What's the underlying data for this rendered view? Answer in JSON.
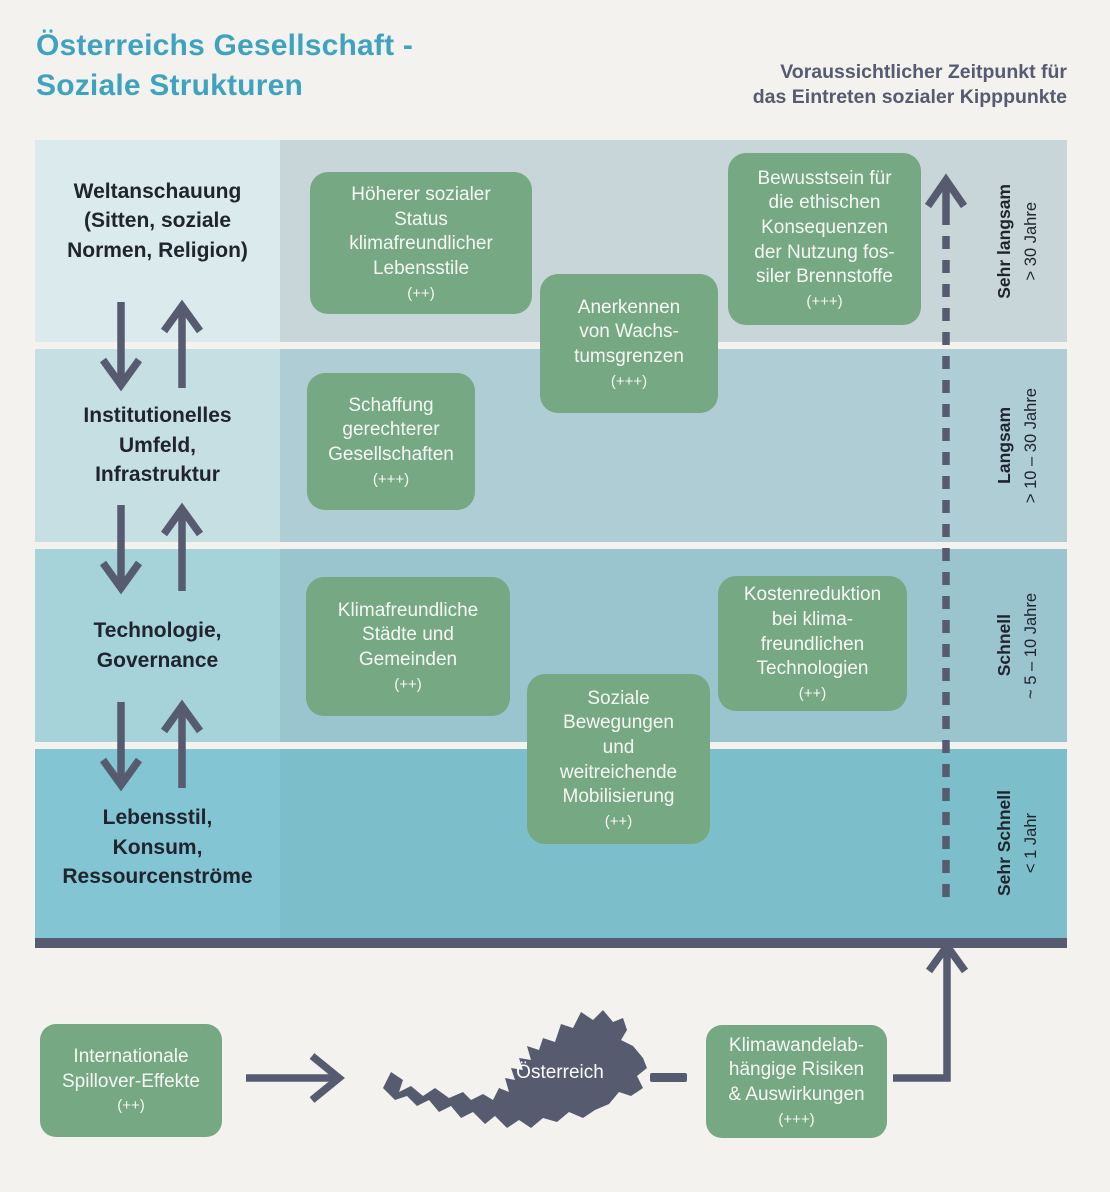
{
  "header": {
    "title": "Österreichs Gesellschaft -\nSoziale Strukturen",
    "subtitle": "Voraussichtlicher Zeitpunkt für\ndas Eintreten sozialer Kipppunkte"
  },
  "rows": [
    {
      "label": "Weltanschauung\n(Sitten, soziale\nNormen, Religion)",
      "speed": "Sehr langsam",
      "range": "> 30 Jahre"
    },
    {
      "label": "Institutionelles\nUmfeld,\nInfrastruktur",
      "speed": "Langsam",
      "range": "> 10 – 30 Jahre"
    },
    {
      "label": "Technologie,\nGovernance",
      "speed": "Schnell",
      "range": "~ 5 – 10 Jahre"
    },
    {
      "label": "Lebensstil,\nKonsum,\nRessourcenströme",
      "speed": "Sehr Schnell",
      "range": "< 1 Jahr"
    }
  ],
  "tipping_points": [
    {
      "text": "Höherer sozialer\nStatus\nklimafreundlicher\nLebensstile",
      "strength": "(++)"
    },
    {
      "text": "Anerkennen\nvon Wachs-\ntumsgrenzen",
      "strength": "(+++)"
    },
    {
      "text": "Bewusstsein für\ndie ethischen\nKonsequenzen\nder Nutzung fos-\nsiler Brennstoffe",
      "strength": "(+++)"
    },
    {
      "text": "Schaffung\ngerechterer\nGesellschaften",
      "strength": "(+++)"
    },
    {
      "text": "Klimafreundliche\nStädte und\nGemeinden",
      "strength": "(++)"
    },
    {
      "text": "Soziale\nBewegungen\nund\nweitreichende\nMobilisierung",
      "strength": "(++)"
    },
    {
      "text": "Kostenreduktion\nbei klima-\nfreundlichen\nTechnologien",
      "strength": "(++)"
    }
  ],
  "bottom": {
    "spillover": {
      "text": "Internationale\nSpillover-Effekte",
      "strength": "(++)"
    },
    "map_label": "Österreich",
    "risks": {
      "text": "Klimawandelab-\nhängige Risiken\n& Auswirkungen",
      "strength": "(+++)"
    }
  },
  "colors": {
    "title_teal": "#3fa3c0",
    "slate": "#565b70",
    "accent_green": "#75a883",
    "row_left": [
      "#dbeaec",
      "#c6dfe3",
      "#a6d2da",
      "#84c5d3"
    ],
    "row_band": [
      "#c8d6da",
      "#aecdd5",
      "#9ac4ce",
      "#7cbfcb"
    ]
  }
}
